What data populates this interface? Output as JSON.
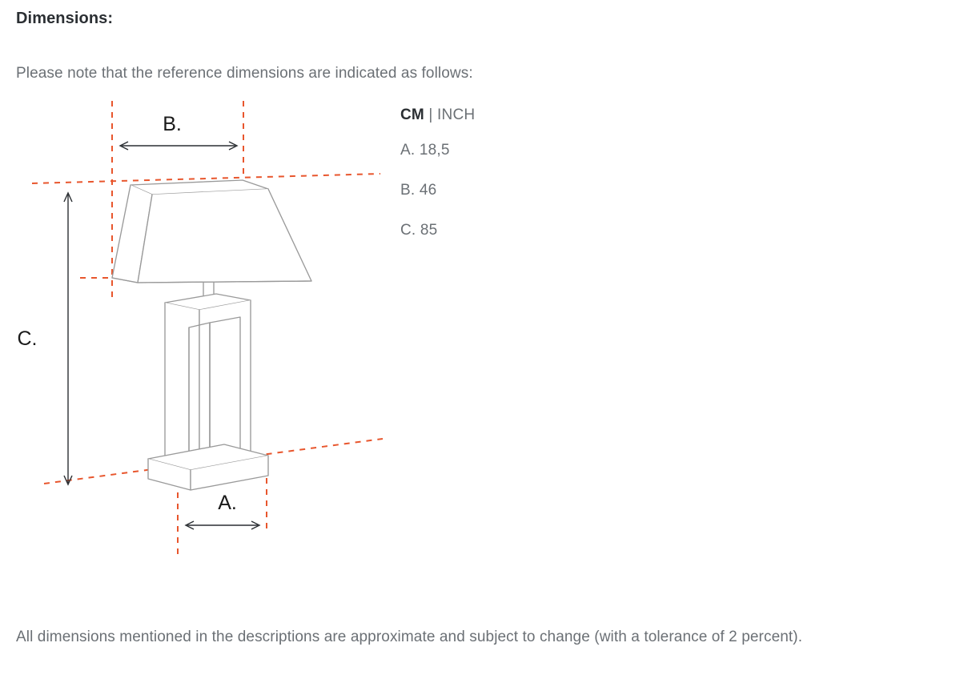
{
  "heading": "Dimensions:",
  "intro": "Please note that the reference dimensions are indicated as follows:",
  "legend": {
    "unit_primary": "CM",
    "unit_separator": " | ",
    "unit_secondary": "INCH",
    "rows": [
      {
        "key": "A.",
        "value": "18,5",
        "text": "A. 18,5"
      },
      {
        "key": "B.",
        "value": "46",
        "text": "B. 46"
      },
      {
        "key": "C.",
        "value": "85",
        "text": "C. 85"
      }
    ]
  },
  "diagram": {
    "labels": {
      "a": "A.",
      "b": "B.",
      "c": "C."
    },
    "accent_color": "#e8562d",
    "line_color": "#9a9a9a",
    "dim_color": "#2b2f33",
    "product": "table-lamp-with-rectangular-shade"
  },
  "footnote": "All dimensions mentioned in the descriptions are approximate and subject to change (with a tolerance of 2 percent)."
}
